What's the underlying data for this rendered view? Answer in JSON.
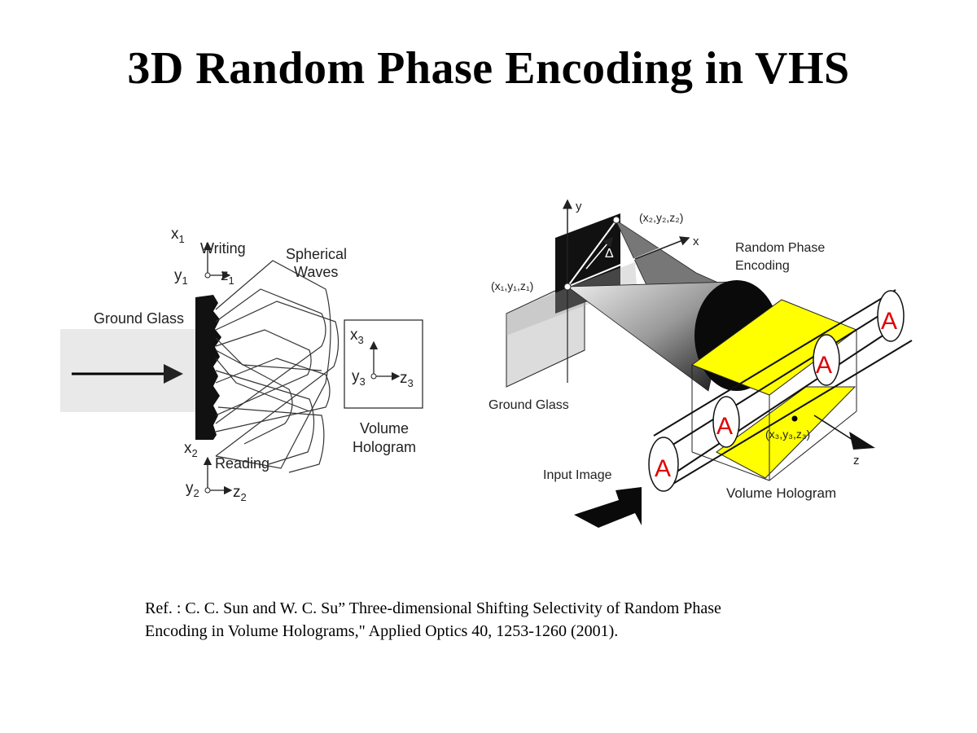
{
  "title": "3D Random Phase Encoding in VHS",
  "left_diagram": {
    "x1": "x",
    "x1_sub": "1",
    "y1": "y",
    "y1_sub": "1",
    "z1": "z",
    "z1_sub": "1",
    "writing": "Writing",
    "spherical": "Spherical",
    "waves": "Waves",
    "ground_glass": "Ground Glass",
    "x3": "x",
    "x3_sub": "3",
    "y3": "y",
    "y3_sub": "3",
    "z3": "z",
    "z3_sub": "3",
    "volume": "Volume",
    "hologram": "Hologram",
    "x2": "x",
    "x2_sub": "2",
    "reading": "Reading",
    "y2": "y",
    "y2_sub": "2",
    "z2": "z",
    "z2_sub": "2"
  },
  "right_diagram": {
    "axis_y": "y",
    "axis_x": "x",
    "axis_z": "z",
    "point2": "(x₂,y₂,z₂)",
    "point1": "(x₁,y₁,z₁)",
    "point3": "(x₃,y₃,z₃)",
    "delta": "Δ",
    "random_phase": "Random Phase",
    "encoding": "Encoding",
    "ground_glass": "Ground Glass",
    "input_image": "Input Image",
    "volume_hologram": "Volume Hologram",
    "letter": "A"
  },
  "colors": {
    "hologram_yellow": "#ffff00",
    "letter_red": "#e00000"
  },
  "reference": {
    "line1": "Ref. : C. C. Sun and W. C. Su” Three-dimensional Shifting Selectivity of Random Phase",
    "line2": "Encoding in Volume Holograms,\" Applied Optics 40, 1253-1260 (2001)."
  }
}
